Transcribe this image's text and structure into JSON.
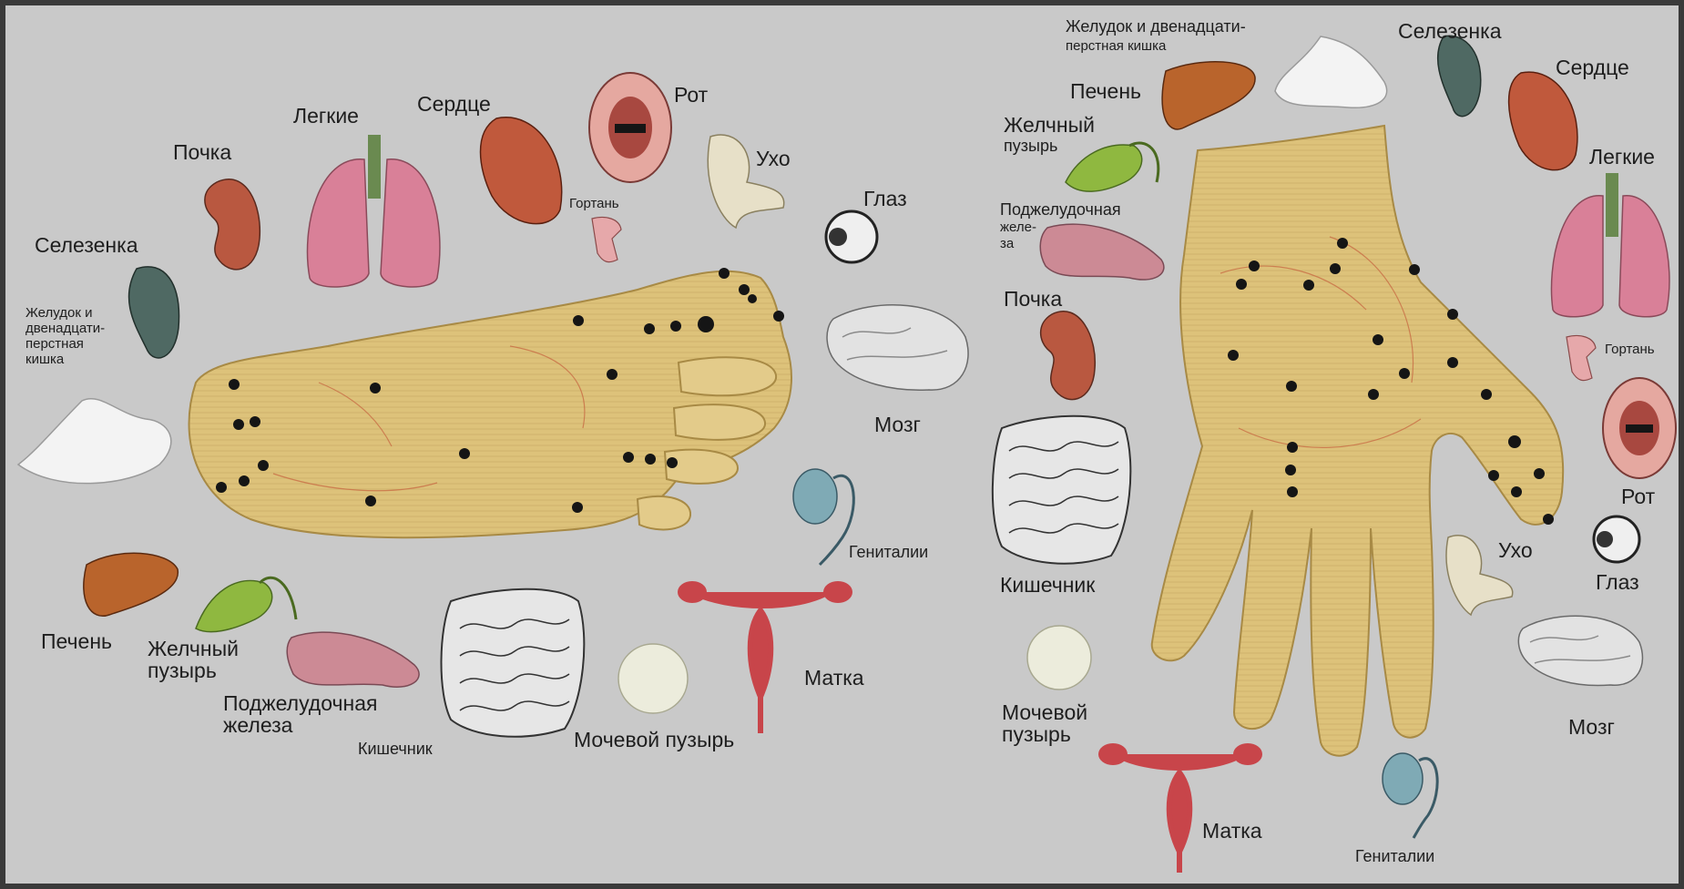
{
  "colors": {
    "background": "#c9c9c9",
    "frame": "#3a3a3a",
    "skin": "#ddc27a",
    "skin_edge": "#a88a45",
    "lung": "#d98098",
    "heart": "#c0593c",
    "liver": "#b9642c",
    "gallbladder": "#8fb840",
    "spleen": "#4f6963",
    "kidney": "#b95840",
    "pancreas": "#cc8a95",
    "uterus": "#c8454a",
    "genital": "#7faab5",
    "brain": "#e2e2e2",
    "bladder": "#ececdc",
    "points": "#151515"
  },
  "foot": {
    "labels": {
      "kidney": "Почка",
      "lungs": "Легкие",
      "heart": "Сердце",
      "mouth": "Рот",
      "ear": "Ухо",
      "larynx": "Гортань",
      "eye": "Глаз",
      "spleen": "Селезенка",
      "stomach_l1": "Желудок и",
      "stomach_l2": "двенадцати-",
      "stomach_l3": "перстная",
      "stomach_l4": "кишка",
      "brain": "Мозг",
      "genitals": "Гениталии",
      "liver": "Печень",
      "gallbladder_l1": "Желчный",
      "gallbladder_l2": "пузырь",
      "pancreas_l1": "Поджелудочная",
      "pancreas_l2": "железа",
      "intestine": "Кишечник",
      "bladder": "Мочевой пузырь",
      "uterus": "Матка"
    }
  },
  "hand": {
    "labels": {
      "stomach_l1": "Желудок и двенадцати-",
      "stomach_l2": "перстная кишка",
      "spleen": "Селезенка",
      "liver": "Печень",
      "heart": "Сердце",
      "gallbladder_l1": "Желчный",
      "gallbladder_l2": "пузырь",
      "lungs": "Легкие",
      "pancreas_l1": "Поджелудочная",
      "pancreas_l2": "желе-",
      "pancreas_l3": "за",
      "kidney": "Почка",
      "larynx": "Гортань",
      "mouth": "Рот",
      "intestine": "Кишечник",
      "ear": "Ухо",
      "eye": "Глаз",
      "bladder_l1": "Мочевой",
      "bladder_l2": "пузырь",
      "brain": "Мозг",
      "uterus": "Матка",
      "genitals": "Гениталии"
    }
  }
}
